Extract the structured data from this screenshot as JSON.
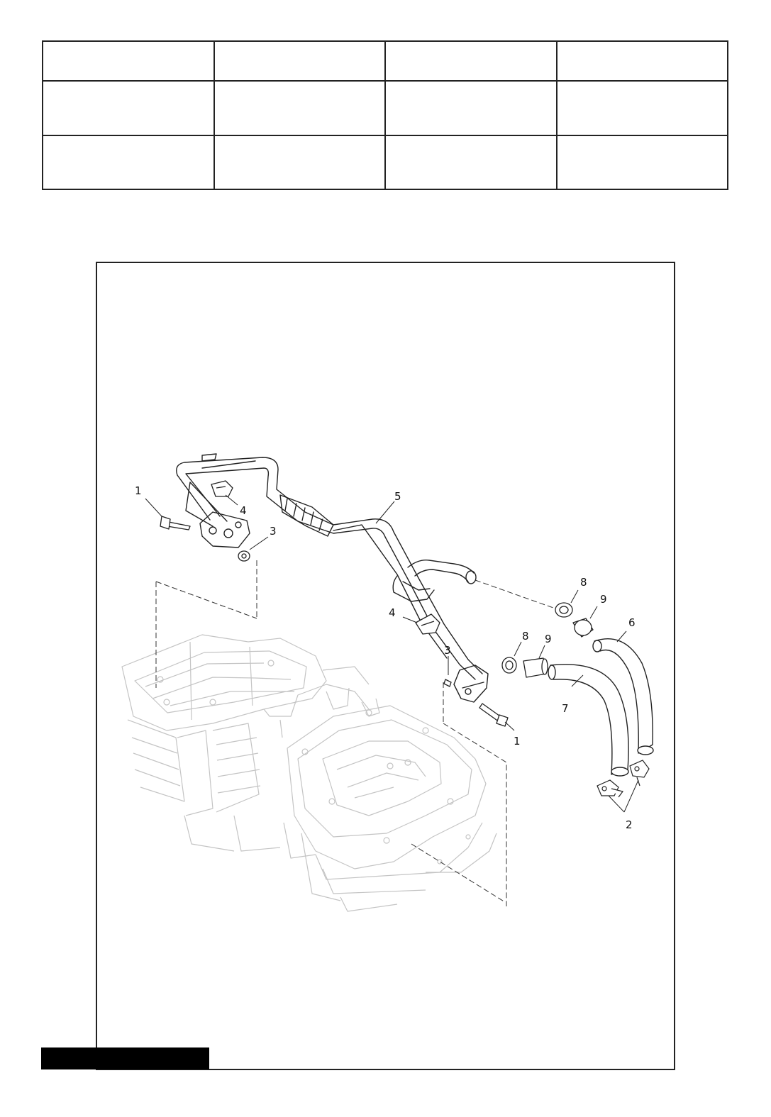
{
  "header_table": {
    "rows": [
      [
        "",
        "",
        "",
        ""
      ],
      [
        "",
        "",
        "",
        ""
      ],
      [
        "",
        "",
        "",
        ""
      ]
    ]
  },
  "diagram": {
    "callouts": [
      "1",
      "4",
      "3",
      "5",
      "8",
      "9",
      "6",
      "4",
      "3",
      "8",
      "9",
      "7",
      "1",
      "2"
    ]
  }
}
